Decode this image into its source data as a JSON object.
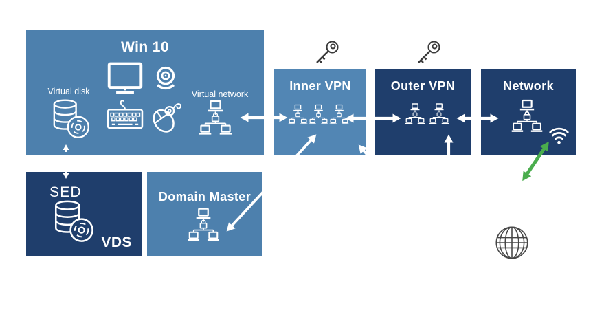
{
  "boxes": {
    "win10": {
      "title": "Win 10",
      "virtual_disk_label": "Virtual disk",
      "virtual_network_label": "Virtual network"
    },
    "inner_vpn": {
      "title": "Inner VPN"
    },
    "outer_vpn": {
      "title": "Outer VPN"
    },
    "network": {
      "title": "Network"
    },
    "sed": {
      "title": "SED",
      "badge": "VDS"
    },
    "domain_master": {
      "title": "Domain Master"
    }
  },
  "icons": {
    "win10": [
      "monitor-icon",
      "webcam-icon",
      "keyboard-icon",
      "mouse-icon",
      "database-disc-icon",
      "network-icon"
    ],
    "inner_vpn": [
      "network-icon",
      "network-icon",
      "network-icon"
    ],
    "outer_vpn": [
      "network-icon",
      "network-icon"
    ],
    "network": [
      "network-icon",
      "wifi-icon"
    ],
    "sed": [
      "database-disc-icon"
    ],
    "domain_master": [
      "network-icon"
    ],
    "floating": [
      "key-icon",
      "key-icon",
      "globe-icon"
    ]
  },
  "colors": {
    "box_medium_blue": "#4d80ad",
    "box_light_blue": "#5286b4",
    "box_navy": "#1f3e6c",
    "arrow_white": "#ffffff",
    "arrow_green": "#4aad4d",
    "outline_dark": "#3a3a3a"
  }
}
